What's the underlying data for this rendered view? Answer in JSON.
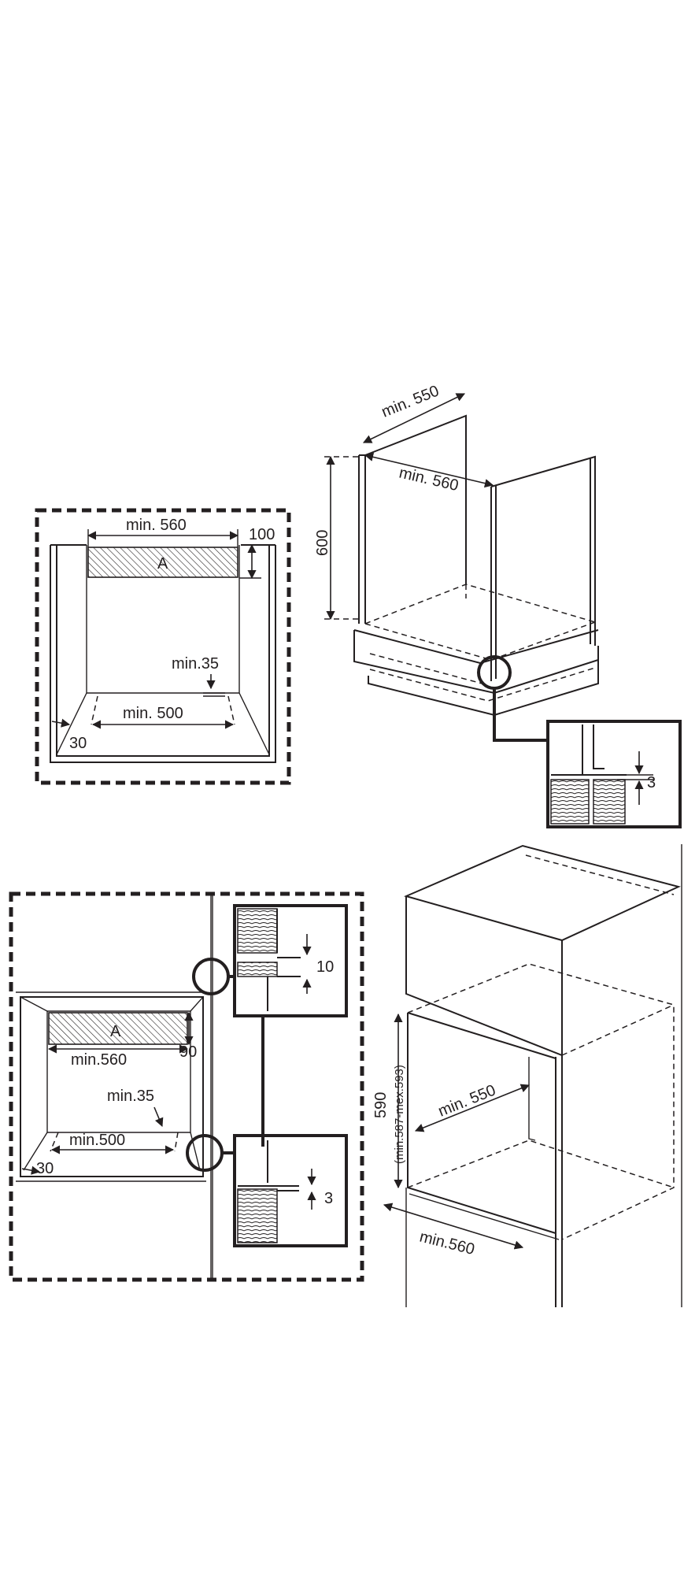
{
  "diagrams": {
    "under_counter_front": {
      "width_label": "min. 560",
      "height_label": "100",
      "zone_label": "A",
      "gap_label": "min.35",
      "bottom_label": "min. 500",
      "side_label": "30"
    },
    "under_counter_cabinet": {
      "depth_label": "min. 550",
      "width_label": "min. 560",
      "height_label": "600",
      "detail_gap_label": "3"
    },
    "column_front": {
      "zone_label": "A",
      "width_label": "min.560",
      "height_label": "90",
      "gap_label": "min.35",
      "bottom_label": "min.500",
      "side_label": "30",
      "detail_top_label": "10",
      "detail_bottom_label": "3"
    },
    "column_cabinet": {
      "height_label": "590",
      "height_range_label": "(min.587-mex.593)",
      "depth_label": "min. 550",
      "width_label": "min.560"
    }
  }
}
